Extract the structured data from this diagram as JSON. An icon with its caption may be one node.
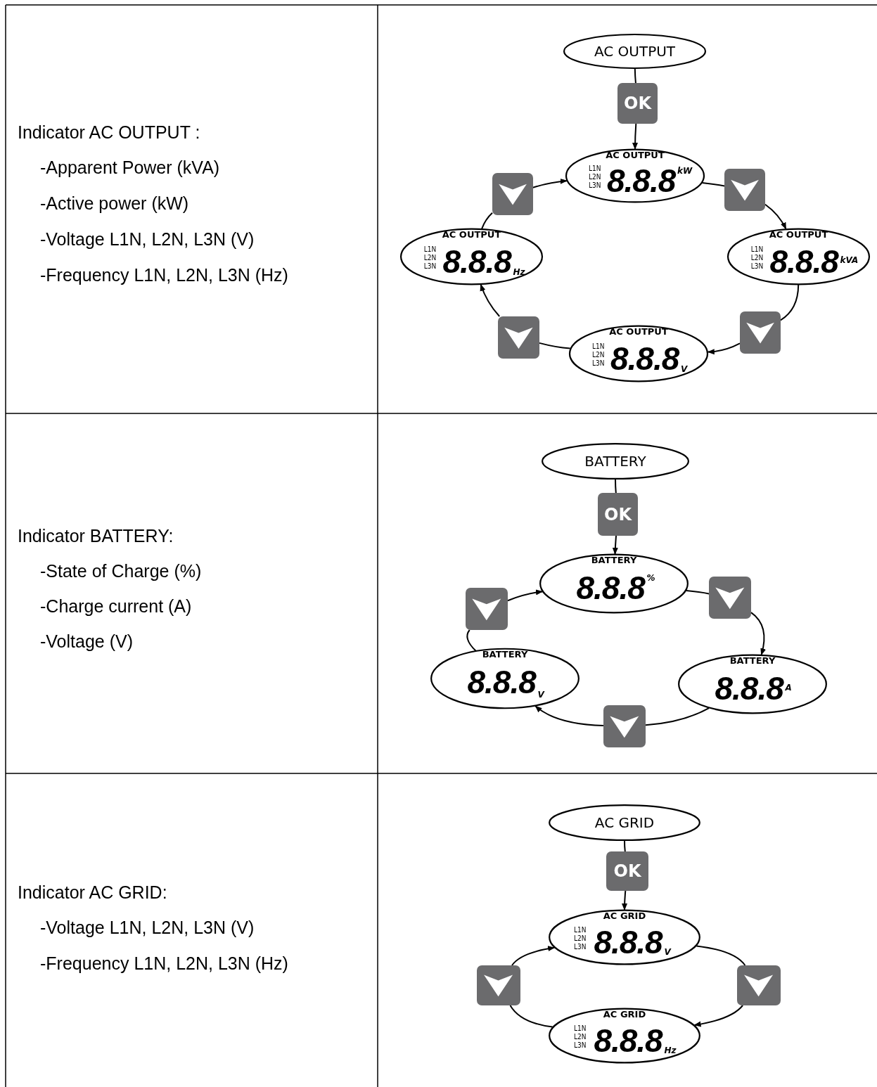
{
  "diagram": {
    "nodes": [
      {
        "text": [
          "AC OUTPUT"
        ]
      },
      {
        "text": [
          "OK"
        ]
      },
      {
        "text": [
          "AC OUTPUT",
          "L1N L2N L3N",
          "8.8.8",
          "kW"
        ]
      },
      {
        "text": [],
        "shape": "box"
      },
      {
        "text": [
          "AC OUTPUT",
          "L1N L2N L3N",
          "8.8.8",
          "kVA"
        ]
      },
      {
        "text": [],
        "shape": "box"
      },
      {
        "text": [
          "AC OUTPUT",
          "L1N L2N L3N",
          "8.8.8",
          "V"
        ]
      },
      {
        "text": [],
        "shape": "box"
      },
      {
        "text": [
          "AC OUTPUT",
          "L1N L2N L3N",
          "8.8.8",
          "Hz"
        ]
      },
      {
        "text": [],
        "shape": "box"
      },
      {
        "text": [
          "BATTERY"
        ]
      },
      {
        "text": [
          "OK"
        ]
      },
      {
        "text": [
          "BATTERY",
          "8.8.8",
          "%"
        ]
      },
      {
        "text": [],
        "shape": "box"
      },
      {
        "text": [
          "BATTERY",
          "8.8.8",
          "A"
        ]
      },
      {
        "text": [],
        "shape": "box"
      },
      {
        "text": [
          "BATTERY",
          "8.8.8",
          "V"
        ]
      },
      {
        "text": [],
        "shape": "box"
      },
      {
        "text": [
          "AC GRID"
        ]
      },
      {
        "text": [
          "OK"
        ]
      },
      {
        "text": [
          "AC GRID",
          "L1N L2N L3N",
          "8.8.8",
          "V"
        ]
      },
      {
        "text": [],
        "shape": "box"
      },
      {
        "text": [
          "AC GRID",
          "L1N L2N L3N",
          "8.8.8",
          "Hz"
        ]
      },
      {
        "text": [],
        "shape": "box"
      }
    ],
    "edges": [
      {
        "from": 0,
        "to": 1,
        "arrow": "none"
      },
      {
        "from": 1,
        "to": 2,
        "arrow": "to"
      },
      {
        "from": 2,
        "to": 3,
        "arrow": "none"
      },
      {
        "from": 3,
        "to": 4,
        "arrow": "to"
      },
      {
        "from": 4,
        "to": 5,
        "arrow": "none"
      },
      {
        "from": 5,
        "to": 6,
        "arrow": "to"
      },
      {
        "from": 6,
        "to": 7,
        "arrow": "none"
      },
      {
        "from": 7,
        "to": 8,
        "arrow": "to"
      },
      {
        "from": 8,
        "to": 9,
        "arrow": "none"
      },
      {
        "from": 9,
        "to": 2,
        "arrow": "to"
      },
      {
        "from": 10,
        "to": 11,
        "arrow": "none"
      },
      {
        "from": 11,
        "to": 12,
        "arrow": "to"
      },
      {
        "from": 12,
        "to": 13,
        "arrow": "none"
      },
      {
        "from": 13,
        "to": 14,
        "arrow": "to"
      },
      {
        "from": 14,
        "to": 15,
        "arrow": "none"
      },
      {
        "from": 15,
        "to": 16,
        "arrow": "to"
      },
      {
        "from": 16,
        "to": 17,
        "arrow": "none"
      },
      {
        "from": 17,
        "to": 12,
        "arrow": "to"
      },
      {
        "from": 18,
        "to": 19,
        "arrow": "none"
      },
      {
        "from": 19,
        "to": 20,
        "arrow": "to"
      },
      {
        "from": 20,
        "to": 21,
        "arrow": "none"
      },
      {
        "from": 21,
        "to": 22,
        "arrow": "to"
      },
      {
        "from": 22,
        "to": 23,
        "arrow": "none"
      },
      {
        "from": 23,
        "to": 20,
        "arrow": "to"
      }
    ],
    "labels": [
      "Indicator AC OUTPUT :",
      "-Apparent Power (kVA)",
      "-Active power (kW)",
      "-Voltage L1N, L2N, L3N (V)",
      "-Frequency L1N, L2N, L3N (Hz)",
      "Indicator BATTERY:",
      "-State of Charge (%)",
      "-Charge current (A)",
      "-Voltage (V)",
      "Indicator AC GRID:",
      "-Voltage L1N, L2N, L3N (V)",
      "-Frequency L1N, L2N, L3N (Hz)"
    ]
  }
}
